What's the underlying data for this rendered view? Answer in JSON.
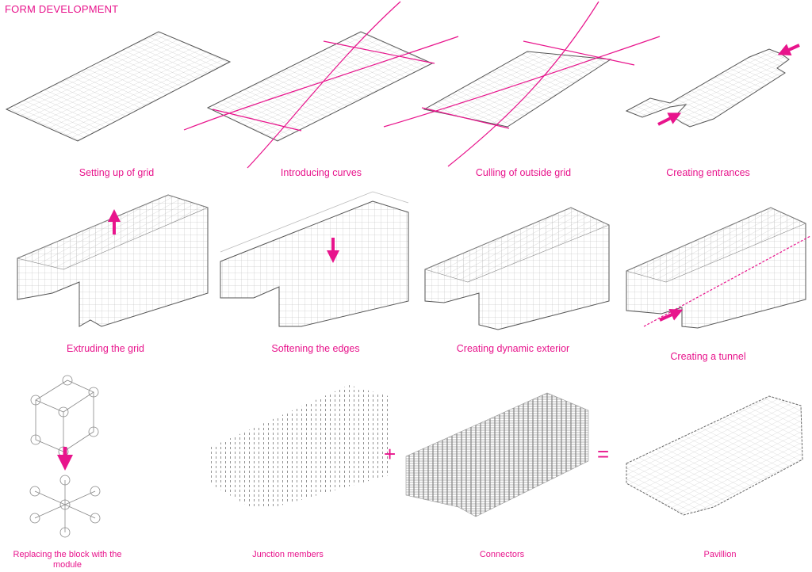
{
  "header": {
    "title": "FORM DEVELOPMENT"
  },
  "steps": [
    {
      "caption": "Setting up of grid"
    },
    {
      "caption": "Introducing curves"
    },
    {
      "caption": "Culling of outside grid"
    },
    {
      "caption": "Creating entrances"
    },
    {
      "caption": "Extruding the grid"
    },
    {
      "caption": "Softening the edges"
    },
    {
      "caption": "Creating dynamic exterior"
    },
    {
      "caption": "Creating a tunnel"
    },
    {
      "caption": "Replacing the block with the module"
    },
    {
      "caption": "Junction members"
    },
    {
      "caption": "Connectors"
    },
    {
      "caption": "Pavillion"
    }
  ],
  "operators": {
    "plus": "+",
    "equals": "="
  },
  "colors": {
    "accent": "#e8148c",
    "line": "#555555",
    "grid": "#9a9a9a"
  }
}
